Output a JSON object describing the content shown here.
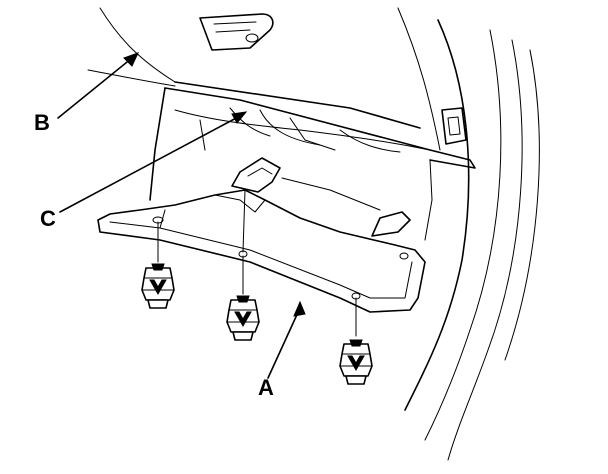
{
  "callouts": {
    "a": "A",
    "b": "B",
    "c": "C"
  },
  "parts": {
    "fastener_count": 3
  },
  "colors": {
    "line": "#000000",
    "background": "#ffffff"
  }
}
